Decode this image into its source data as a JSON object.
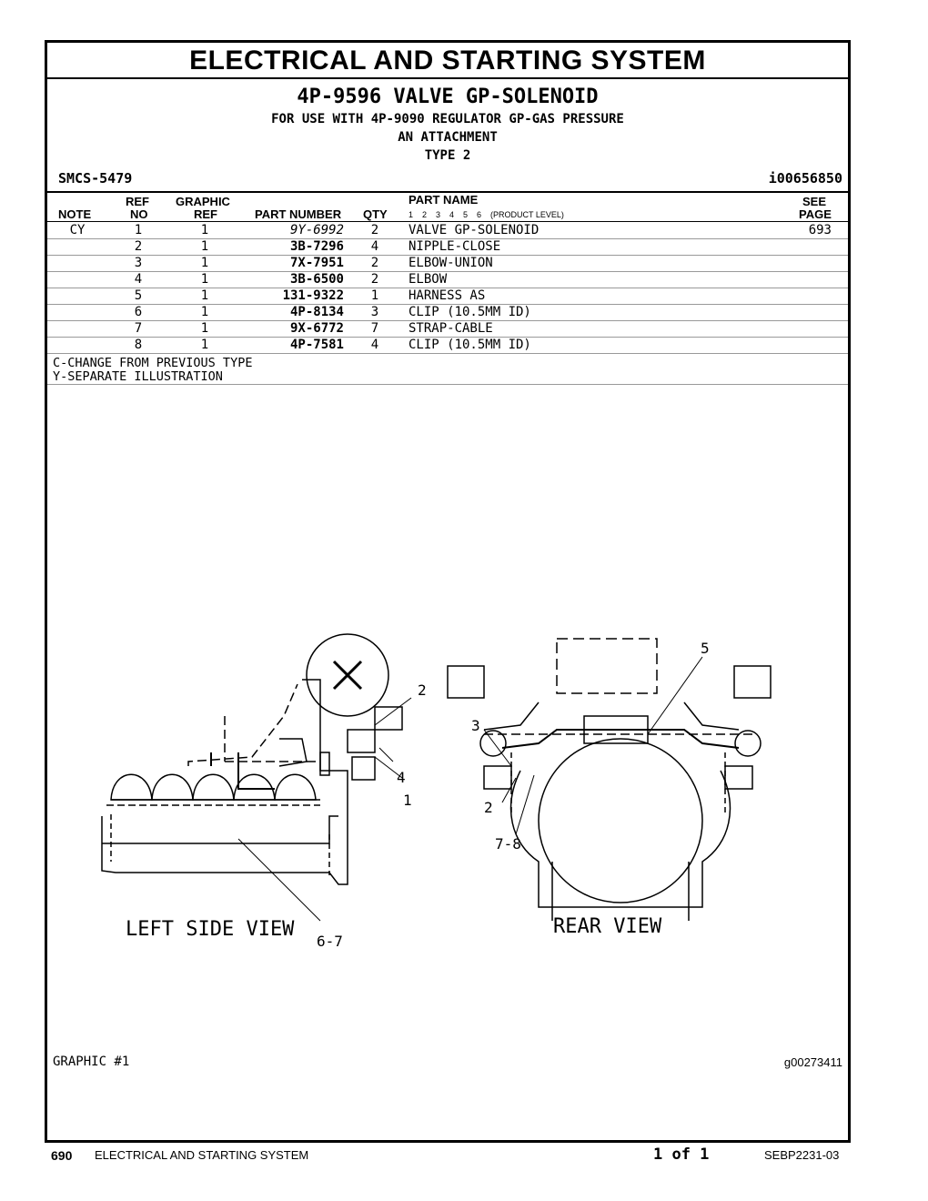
{
  "title": "ELECTRICAL AND STARTING SYSTEM",
  "header": {
    "group": "4P-9596 VALVE GP-SOLENOID",
    "for_use": "FOR USE WITH 4P-9090 REGULATOR GP-GAS PRESSURE",
    "attachment": "AN ATTACHMENT",
    "type": "TYPE 2",
    "smcs": "SMCS-5479",
    "illustration_id": "i00656850"
  },
  "columns": {
    "note": "NOTE",
    "ref_a": "REF",
    "ref_b": "NO",
    "graphic_a": "GRAPHIC",
    "graphic_b": "REF",
    "part_number": "PART NUMBER",
    "qty": "QTY",
    "part_name": "PART NAME",
    "levels": "1    2    3    4    5    6    (PRODUCT LEVEL)",
    "see_a": "SEE",
    "see_b": "PAGE"
  },
  "parts": [
    {
      "note": "CY",
      "ref": "1",
      "graphic": "1",
      "part_number": "9Y-6992",
      "qty": "2",
      "name": "VALVE GP-SOLENOID",
      "page": "693"
    },
    {
      "note": "",
      "ref": "2",
      "graphic": "1",
      "part_number": "3B-7296",
      "qty": "4",
      "name": "NIPPLE-CLOSE",
      "page": ""
    },
    {
      "note": "",
      "ref": "3",
      "graphic": "1",
      "part_number": "7X-7951",
      "qty": "2",
      "name": "ELBOW-UNION",
      "page": ""
    },
    {
      "note": "",
      "ref": "4",
      "graphic": "1",
      "part_number": "3B-6500",
      "qty": "2",
      "name": "ELBOW",
      "page": ""
    },
    {
      "note": "",
      "ref": "5",
      "graphic": "1",
      "part_number": "131-9322",
      "qty": "1",
      "name": "HARNESS AS",
      "page": ""
    },
    {
      "note": "",
      "ref": "6",
      "graphic": "1",
      "part_number": "4P-8134",
      "qty": "3",
      "name": "CLIP (10.5MM ID)",
      "page": ""
    },
    {
      "note": "",
      "ref": "7",
      "graphic": "1",
      "part_number": "9X-6772",
      "qty": "7",
      "name": "STRAP-CABLE",
      "page": ""
    },
    {
      "note": "",
      "ref": "8",
      "graphic": "1",
      "part_number": "4P-7581",
      "qty": "4",
      "name": "CLIP (10.5MM ID)",
      "page": ""
    }
  ],
  "legend": {
    "c": "C-CHANGE FROM PREVIOUS TYPE",
    "y": "Y-SEPARATE ILLUSTRATION"
  },
  "illustration": {
    "left_view": "LEFT SIDE VIEW",
    "rear_view": "REAR VIEW",
    "callouts": {
      "c2": "2",
      "c4": "4",
      "c1": "1",
      "c67": "6-7",
      "c5": "5",
      "c3": "3",
      "c2r": "2",
      "c78": "7-8"
    },
    "graphic_label": "GRAPHIC #1",
    "graphic_id": "g00273411"
  },
  "footer": {
    "page_no": "690",
    "section": "ELECTRICAL AND STARTING SYSTEM",
    "pagination": "1 of 1",
    "doc_no": "SEBP2231-03"
  }
}
